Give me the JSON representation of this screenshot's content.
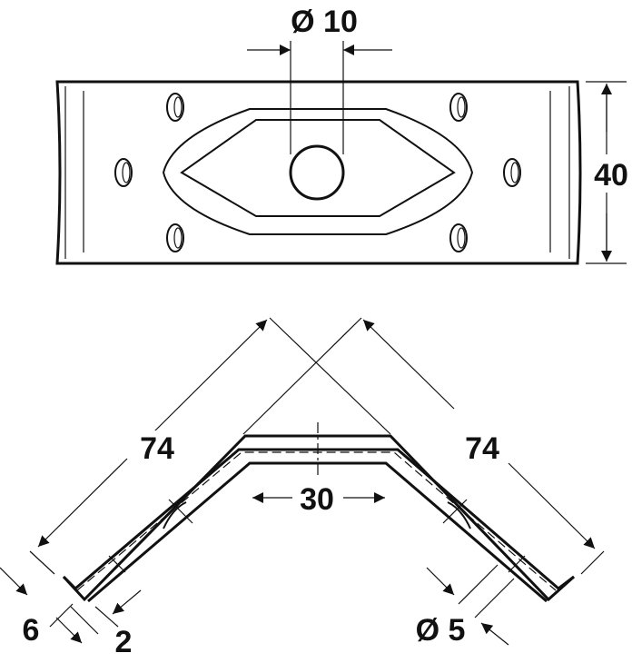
{
  "top_view": {
    "hole_diameter_label": "Ø 10",
    "height_label": "40"
  },
  "side_view": {
    "left_leg_label": "74",
    "right_leg_label": "74",
    "base_width_label": "30",
    "flange_label": "6",
    "thickness_label": "2",
    "small_hole_label": "Ø 5"
  }
}
